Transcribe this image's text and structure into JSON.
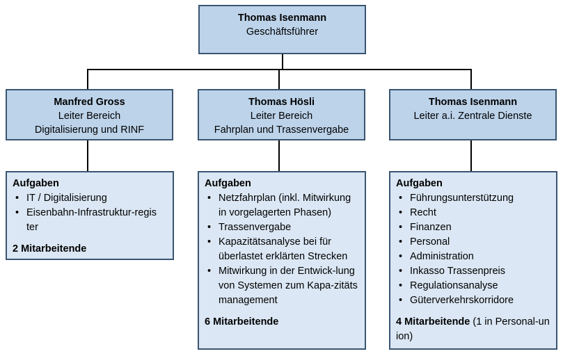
{
  "top": {
    "name": "Thomas Isenmann",
    "role": "Geschäftsführer"
  },
  "units": [
    {
      "name": "Manfred Gross",
      "role_lines": [
        "Leiter Bereich",
        "Digitalisierung und RINF"
      ],
      "tasks_title": "Aufgaben",
      "tasks": [
        "IT / Digitalisierung",
        "Eisenbahn-Infrastruktur-register"
      ],
      "staff": "2 Mitarbeitende",
      "staff_note": ""
    },
    {
      "name": "Thomas Hösli",
      "role_lines": [
        "Leiter Bereich",
        "Fahrplan und Trassenvergabe"
      ],
      "tasks_title": "Aufgaben",
      "tasks": [
        "Netzfahrplan (inkl. Mitwirkung in vorgelagerten Phasen)",
        "Trassenvergabe",
        "Kapazitätsanalyse bei für überlastet erklärten Strecken",
        "Mitwirkung in der Entwick-lung von Systemen zum Kapa-zitätsmanagement"
      ],
      "staff": "6 Mitarbeitende",
      "staff_note": ""
    },
    {
      "name": "Thomas Isenmann",
      "role_lines": [
        "Leiter a.i. Zentrale Dienste",
        ""
      ],
      "tasks_title": "Aufgaben",
      "tasks": [
        "Führungsunterstützung",
        "Recht",
        "Finanzen",
        "Personal",
        "Administration",
        "Inkasso Trassenpreis",
        "Regulationsanalyse",
        "Güterverkehrskorridore"
      ],
      "staff": "4 Mitarbeitende",
      "staff_note": " (1 in Personal-union)"
    }
  ]
}
